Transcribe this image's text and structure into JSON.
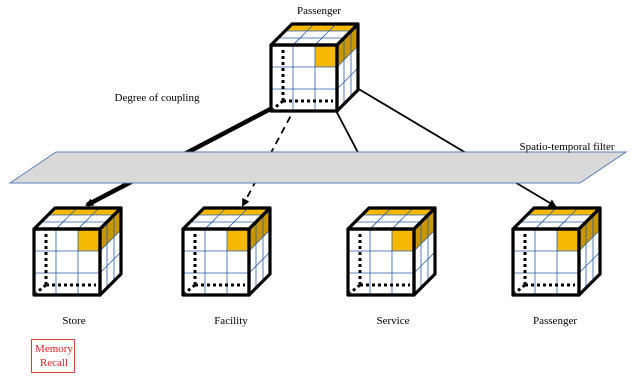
{
  "labels": {
    "top_node": "Passenger",
    "coupling": "Degree of coupling",
    "filter": "Spatio-temporal filter",
    "nodes": [
      "Store",
      "Facility",
      "Service",
      "Passenger"
    ]
  },
  "note": {
    "line1": "Memory",
    "line2": "Recall",
    "text_color": "#e02020",
    "border_color": "#d04040"
  },
  "colors": {
    "highlight": "#f5b800",
    "highlight_side": "#c89600",
    "grid": "#2e5fa8",
    "filter_fill": "#d9d9d9",
    "filter_stroke": "#5b7fb5"
  }
}
